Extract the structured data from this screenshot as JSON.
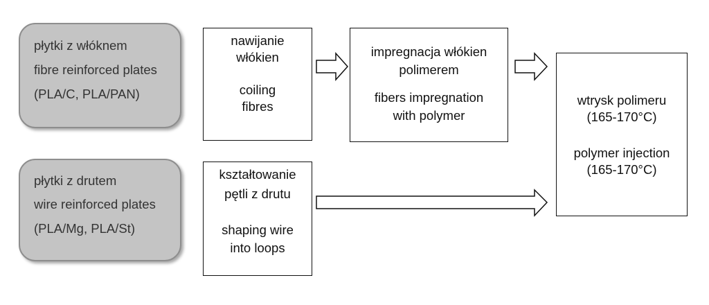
{
  "sources": {
    "fibre": {
      "line1": "płytki z włóknem",
      "line2": "fibre reinforced plates",
      "line3": "(PLA/C, PLA/PAN)"
    },
    "wire": {
      "line1": "płytki z drutem",
      "line2": "wire reinforced plates",
      "line3": "(PLA/Mg, PLA/St)"
    }
  },
  "steps": {
    "coiling": {
      "pl_line1": "nawijanie",
      "pl_line2": "włókien",
      "en_line1": "coiling",
      "en_line2": "fibres"
    },
    "impregnation": {
      "pl_line1": "impregnacja włókien",
      "pl_line2": "polimerem",
      "en_line1": "fibers impregnation",
      "en_line2": "with polymer"
    },
    "shaping": {
      "pl_line1": "kształtowanie",
      "pl_line2": "pętli z drutu",
      "en_line1": "shaping wire",
      "en_line2": "into loops"
    },
    "injection": {
      "pl_line1": "wtrysk polimeru",
      "pl_line2": "(165-170°C)",
      "en_line1": "polymer injection",
      "en_line2": "(165-170°C)"
    }
  }
}
